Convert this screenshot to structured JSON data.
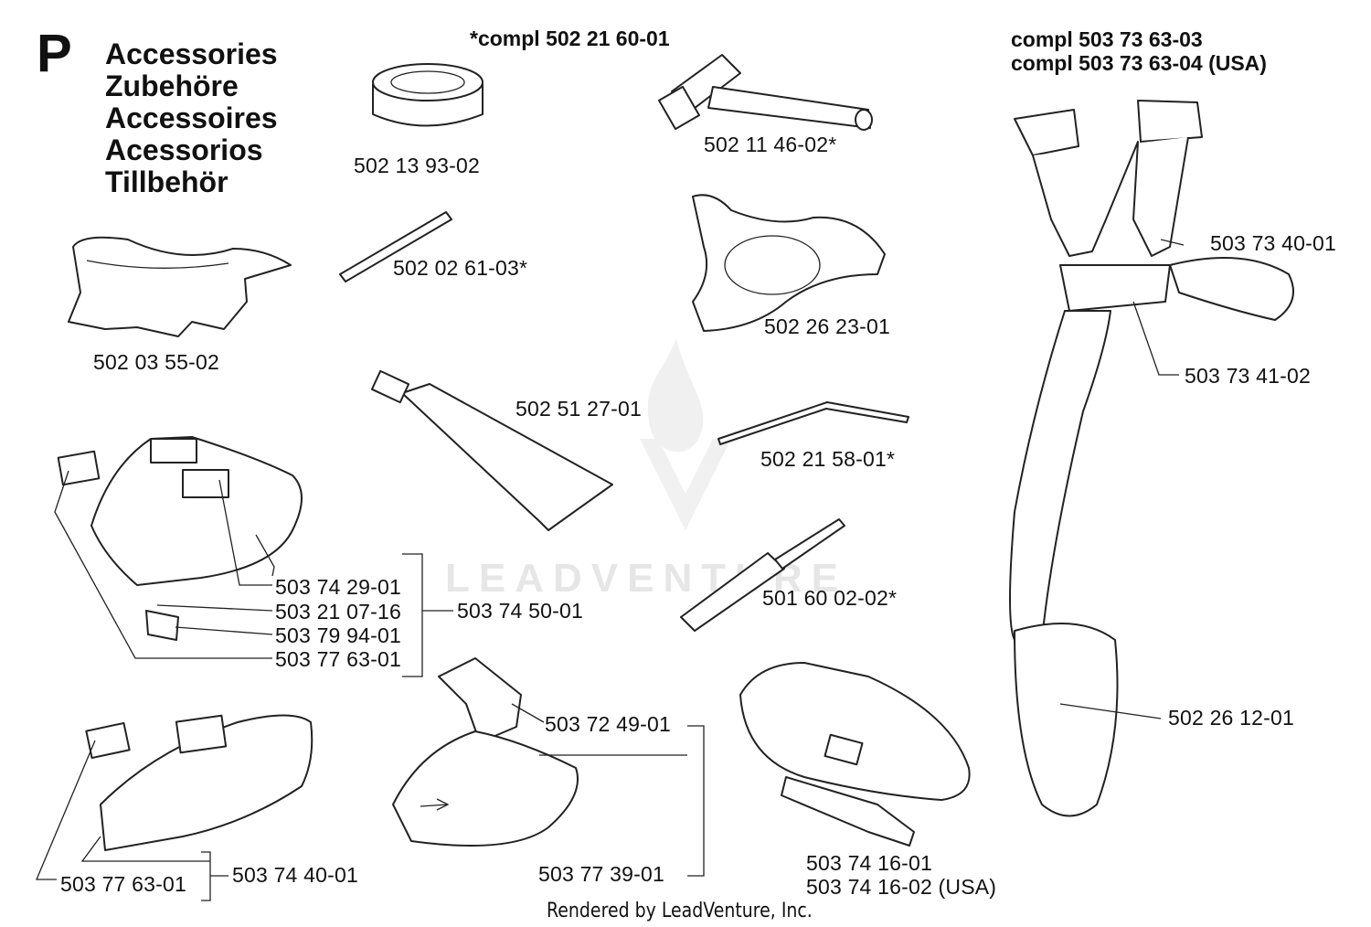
{
  "page": {
    "letter": "P",
    "titles": [
      "Accessories",
      "Zubehöre",
      "Accessoires",
      "Acessorios",
      "Tillbehör"
    ],
    "footer": "Rendered by LeadVenture, Inc.",
    "watermark": "LEADVENTURE"
  },
  "headers": {
    "compl_kit": "*compl 502 21 60-01",
    "harness_compl_1": "compl 503 73 63-03",
    "harness_compl_2": "compl 503 73 63-04 (USA)"
  },
  "parts": {
    "p502_13_93_02": "502 13 93-02",
    "p502_11_46_02": "502 11 46-02*",
    "p502_02_61_03": "502 02 61-03*",
    "p502_26_23_01": "502 26 23-01",
    "p502_03_55_02": "502 03 55-02",
    "p502_51_27_01": "502 51 27-01",
    "p502_21_58_01": "502 21 58-01*",
    "p503_74_29_01": "503 74 29-01",
    "p503_21_07_16": "503 21 07-16",
    "p503_79_94_01": "503 79 94-01",
    "p503_77_63_01a": "503 77 63-01",
    "p503_74_50_01": "503 74 50-01",
    "p501_60_02_02": "501 60 02-02*",
    "p503_72_49_01": "503 72 49-01",
    "p503_77_63_01b": "503 77 63-01",
    "p503_74_40_01": "503 74 40-01",
    "p503_77_39_01": "503 77 39-01",
    "p503_74_16_01": "503 74 16-01",
    "p503_74_16_02": "503 74 16-02 (USA)",
    "p503_73_40_01": "503 73 40-01",
    "p503_73_41_02": "503 73 41-02",
    "p502_26_12_01": "502 26 12-01"
  }
}
